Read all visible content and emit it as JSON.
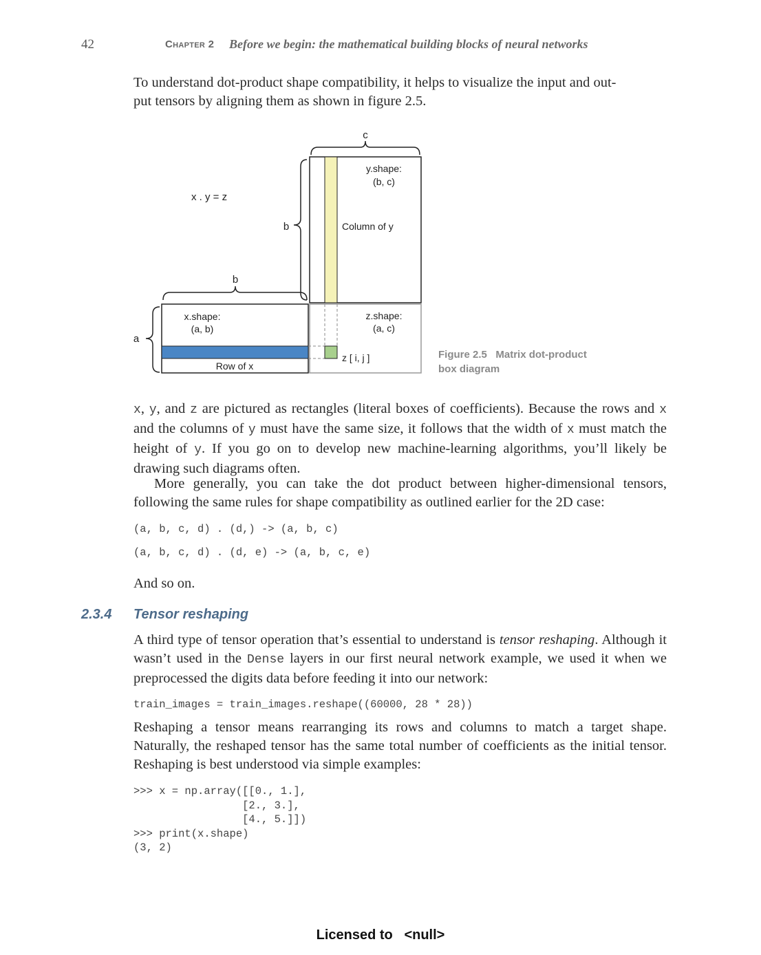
{
  "header": {
    "page_number": "42",
    "chapter_label": "Chapter 2",
    "chapter_title": "Before we begin: the mathematical building blocks of neural networks"
  },
  "intro": {
    "line1": "To understand dot-product shape compatibility, it helps to visualize the input and out-",
    "line2": "put tensors by aligning them as shown in figure 2.5."
  },
  "figure": {
    "equation": "x . y = z",
    "label_c": "c",
    "label_b_top": "b",
    "label_b_left": "b",
    "label_a": "a",
    "y_shape_line1": "y.shape:",
    "y_shape_line2": "(b, c)",
    "column_of_y": "Column of y",
    "x_shape_line1": "x.shape:",
    "x_shape_line2": "(a, b)",
    "row_of_x": "Row of x",
    "z_shape_line1": "z.shape:",
    "z_shape_line2": "(a, c)",
    "z_element": "z [ i,  j ]",
    "colors": {
      "row": "#4a86c5",
      "column": "#f5f2b8",
      "cell": "#a8d08d"
    }
  },
  "caption": {
    "number": "Figure 2.5",
    "text_line1": "Matrix dot-product",
    "text_line2": "box diagram"
  },
  "para1": {
    "x": "x",
    "s1": ", ",
    "y": "y",
    "s2": ", and ",
    "z": "z",
    "s3": " are pictured as rectangles (literal boxes of coefficients). Because the rows and ",
    "x2": "x",
    "s4": " and the columns of ",
    "y2": "y",
    "s5": " must have the same size, it follows that the width of ",
    "x3": "x",
    "s6": " must match the height of ",
    "y3": "y",
    "s7": ". If you go on to develop new machine-learning algorithms, you’ll likely be drawing such diagrams often."
  },
  "para2": "More generally, you can take the dot product between higher-dimensional tensors, following the same rules for shape compatibility as outlined earlier for the 2D case:",
  "code1": "(a, b, c, d) . (d,) -> (a, b, c)",
  "code2": "(a, b, c, d) . (d, e) -> (a, b, c, e)",
  "and_so_on": "And so on.",
  "section": {
    "number": "2.3.4",
    "title": "Tensor reshaping"
  },
  "para3": {
    "s1": "A third type of tensor operation that’s essential to understand is ",
    "em": "tensor reshaping",
    "s2": ". Although it wasn’t used in the ",
    "code": "Dense",
    "s3": " layers in our first neural network example, we used it when we preprocessed the digits data before feeding it into our network:"
  },
  "code3": "train_images = train_images.reshape((60000, 28 * 28))",
  "para4": "Reshaping a tensor means rearranging its rows and columns to match a target shape. Naturally, the reshaped tensor has the same total number of coefficients as the initial tensor. Reshaping is best understood via simple examples:",
  "code4": ">>> x = np.array([[0., 1.],\n                 [2., 3.],\n                 [4., 5.]])\n>>> print(x.shape)\n(3, 2)",
  "footer": "Licensed to   <null>"
}
